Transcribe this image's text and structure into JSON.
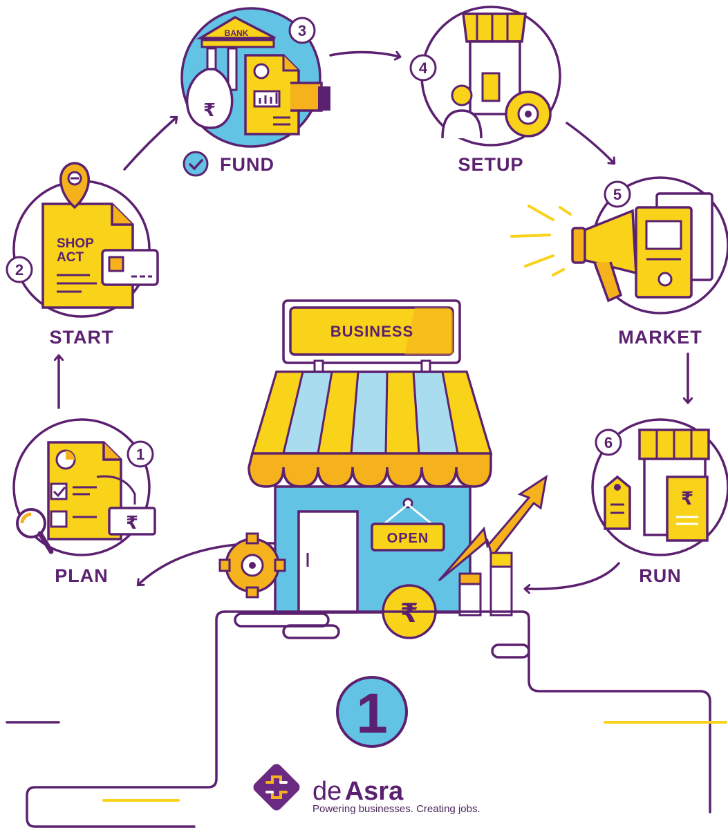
{
  "steps": [
    {
      "num": "1",
      "label": "PLAN"
    },
    {
      "num": "2",
      "label": "START"
    },
    {
      "num": "3",
      "label": "FUND"
    },
    {
      "num": "4",
      "label": "SETUP"
    },
    {
      "num": "5",
      "label": "MARKET"
    },
    {
      "num": "6",
      "label": "RUN"
    }
  ],
  "center": {
    "sign": "BUSINESS",
    "open_sign": "OPEN",
    "big_number": "1",
    "currency": "₹"
  },
  "icons": {
    "bank_label": "BANK",
    "shop_act_line1": "SHOP",
    "shop_act_line2": "ACT",
    "rupee": "₹"
  },
  "brand": {
    "name_prefix": "de",
    "name_main": "Asra",
    "tagline": "Powering businesses. Creating jobs."
  },
  "colors": {
    "purple": "#5b2170",
    "yellow": "#f9d21a",
    "orange": "#f6b21c",
    "blue": "#63c3e5",
    "light_blue": "#a9dcef"
  }
}
